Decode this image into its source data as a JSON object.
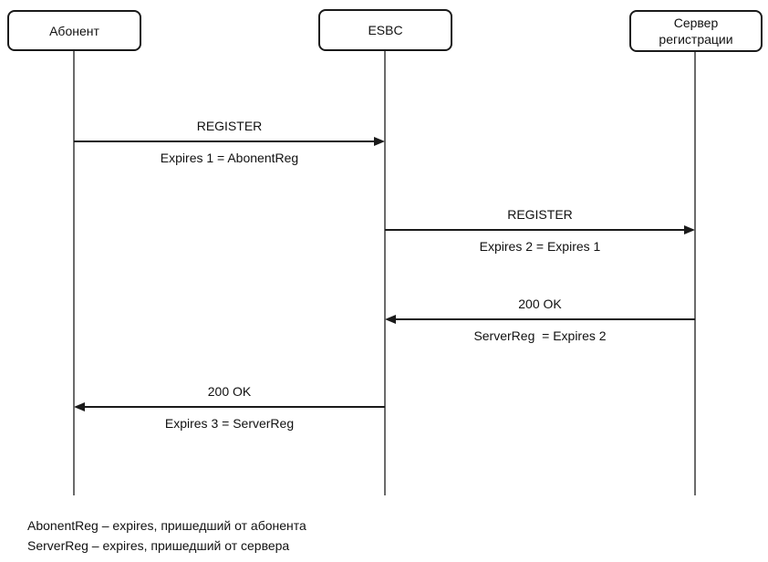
{
  "diagram": {
    "actors": [
      {
        "id": "abonent",
        "label": "Абонент"
      },
      {
        "id": "esbc",
        "label": "ESBC"
      },
      {
        "id": "server",
        "label": "Сервер\nрегистрации"
      }
    ],
    "messages": [
      {
        "title": "REGISTER",
        "subtitle": "Expires 1 = AbonentReg",
        "from": "abonent",
        "to": "esbc",
        "direction": "right"
      },
      {
        "title": "REGISTER",
        "subtitle": "Expires 2 = Expires 1",
        "from": "esbc",
        "to": "server",
        "direction": "right"
      },
      {
        "title": "200 OK",
        "subtitle": "ServerReg  = Expires 2",
        "from": "server",
        "to": "esbc",
        "direction": "left"
      },
      {
        "title": "200 OK",
        "subtitle": "Expires 3 = ServerReg",
        "from": "esbc",
        "to": "abonent",
        "direction": "left"
      }
    ],
    "legend": {
      "line1": "AbonentReg – expires, пришедший от абонента",
      "line2": "ServerReg – expires, пришедший от сервера"
    },
    "colors": {
      "background": "#ffffff",
      "line": "#1a1a1a",
      "lifeline": "#6b6b6b",
      "text": "#111111"
    }
  }
}
